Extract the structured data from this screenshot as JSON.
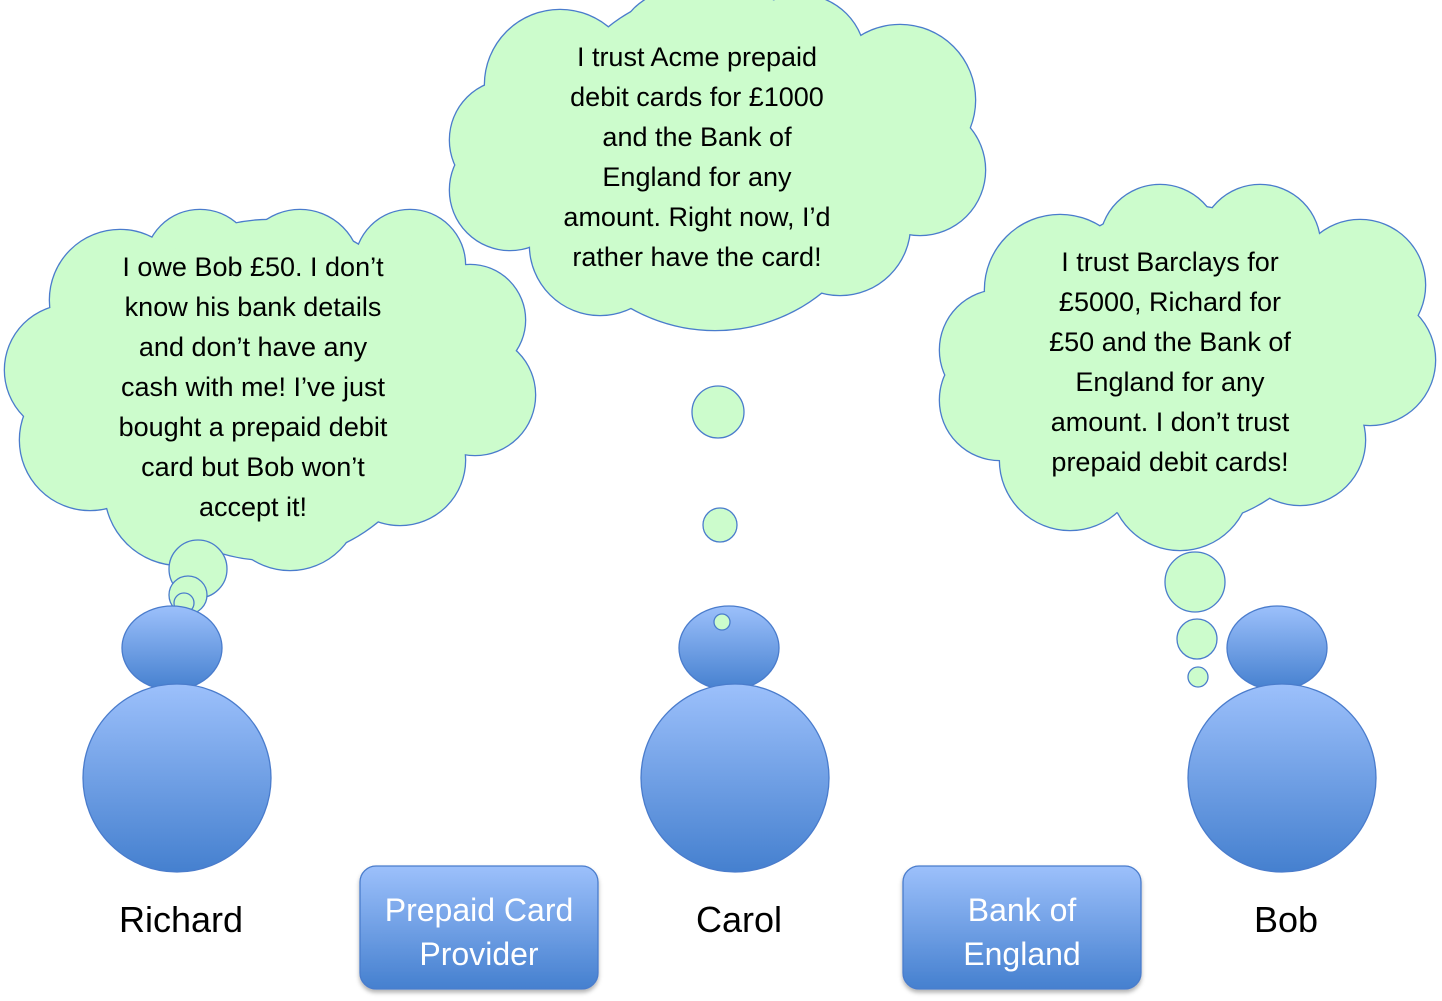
{
  "colors": {
    "cloud_fill": "#ccfccc",
    "cloud_stroke": "#4a7ccc",
    "person_top": "#9cc0fb",
    "person_bottom": "#4a82cf"
  },
  "people": [
    {
      "name": "Richard",
      "thought": [
        "I owe Bob £50. I don’t",
        "know his bank details",
        "and don’t have any",
        "cash with me! I’ve just",
        "bought a prepaid debit",
        "card but Bob won’t",
        "accept it!"
      ]
    },
    {
      "name": "Carol",
      "thought": [
        "I trust Acme prepaid",
        "debit cards for £1000",
        "and the Bank of",
        "England for any",
        "amount. Right now, I’d",
        "rather have the card!"
      ]
    },
    {
      "name": "Bob",
      "thought": [
        "I trust Barclays for",
        "£5000, Richard for",
        "£50 and the Bank of",
        "England for any",
        "amount. I don’t trust",
        "prepaid debit cards!"
      ]
    }
  ],
  "institutions": [
    {
      "label": [
        "Prepaid Card",
        "Provider"
      ]
    },
    {
      "label": [
        "Bank of",
        "England"
      ]
    }
  ]
}
